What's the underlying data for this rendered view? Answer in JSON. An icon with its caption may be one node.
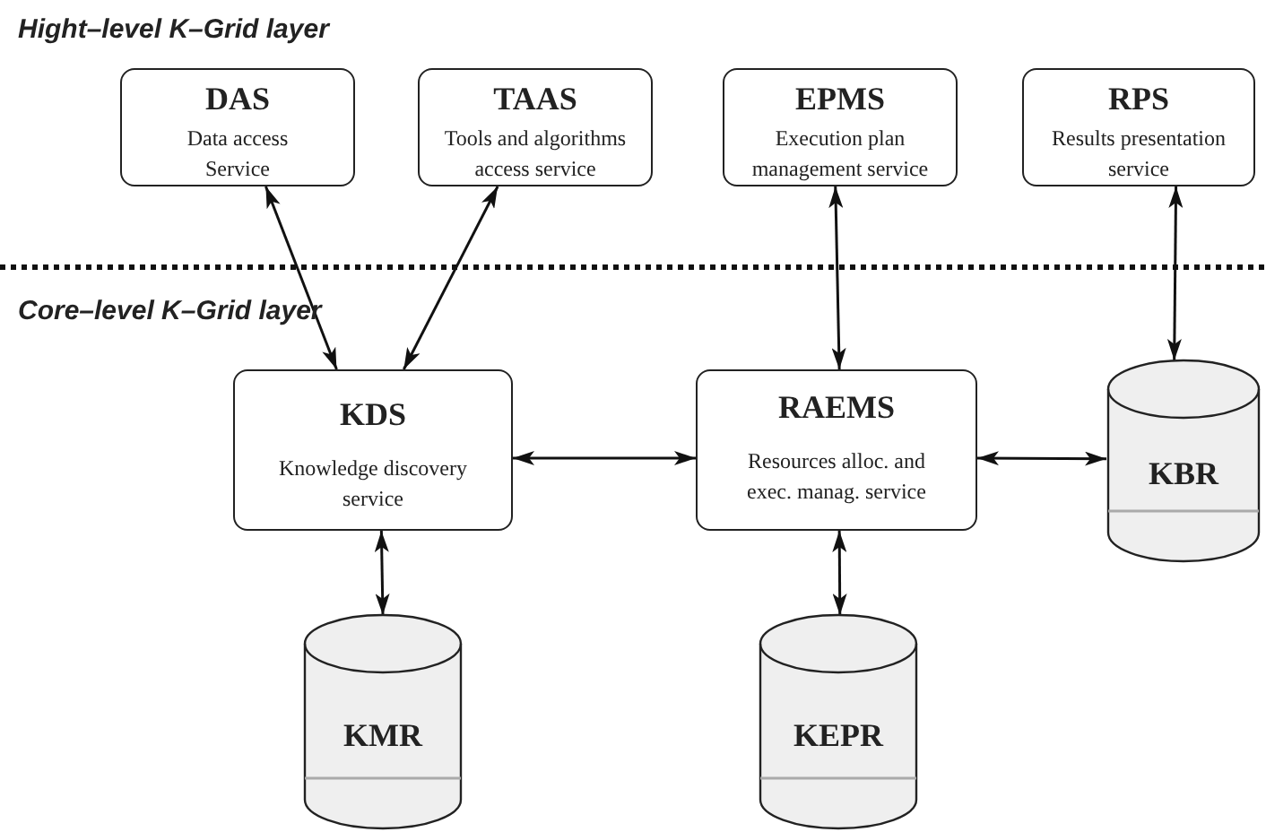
{
  "diagram": {
    "nodes": [
      {
        "text": [
          "DAS",
          "Data access Service"
        ]
      },
      {
        "text": [
          "TAAS",
          "Tools and algorithms access service"
        ]
      },
      {
        "text": [
          "EPMS",
          "Execution plan management service"
        ]
      },
      {
        "text": [
          "RPS",
          "Results presentation service"
        ]
      },
      {
        "text": [
          "KDS",
          "Knowledge discovery service"
        ]
      },
      {
        "text": [
          "RAEMS",
          "Resources alloc. and exec. manag. service"
        ]
      },
      {
        "text": [
          "KBR"
        ]
      },
      {
        "text": [
          "KMR"
        ]
      },
      {
        "text": [
          "KEPR"
        ]
      }
    ],
    "edges": [
      {
        "from": 0,
        "to": 4,
        "arrow": "both"
      },
      {
        "from": 1,
        "to": 4,
        "arrow": "both"
      },
      {
        "from": 2,
        "to": 5,
        "arrow": "both"
      },
      {
        "from": 3,
        "to": 6,
        "arrow": "both"
      },
      {
        "from": 4,
        "to": 5,
        "arrow": "both"
      },
      {
        "from": 5,
        "to": 6,
        "arrow": "both"
      },
      {
        "from": 4,
        "to": 7,
        "arrow": "both"
      },
      {
        "from": 5,
        "to": 8,
        "arrow": "both"
      }
    ],
    "labels": [
      "Hight–level K–Grid layer",
      "Core–level K–Grid layer"
    ]
  }
}
